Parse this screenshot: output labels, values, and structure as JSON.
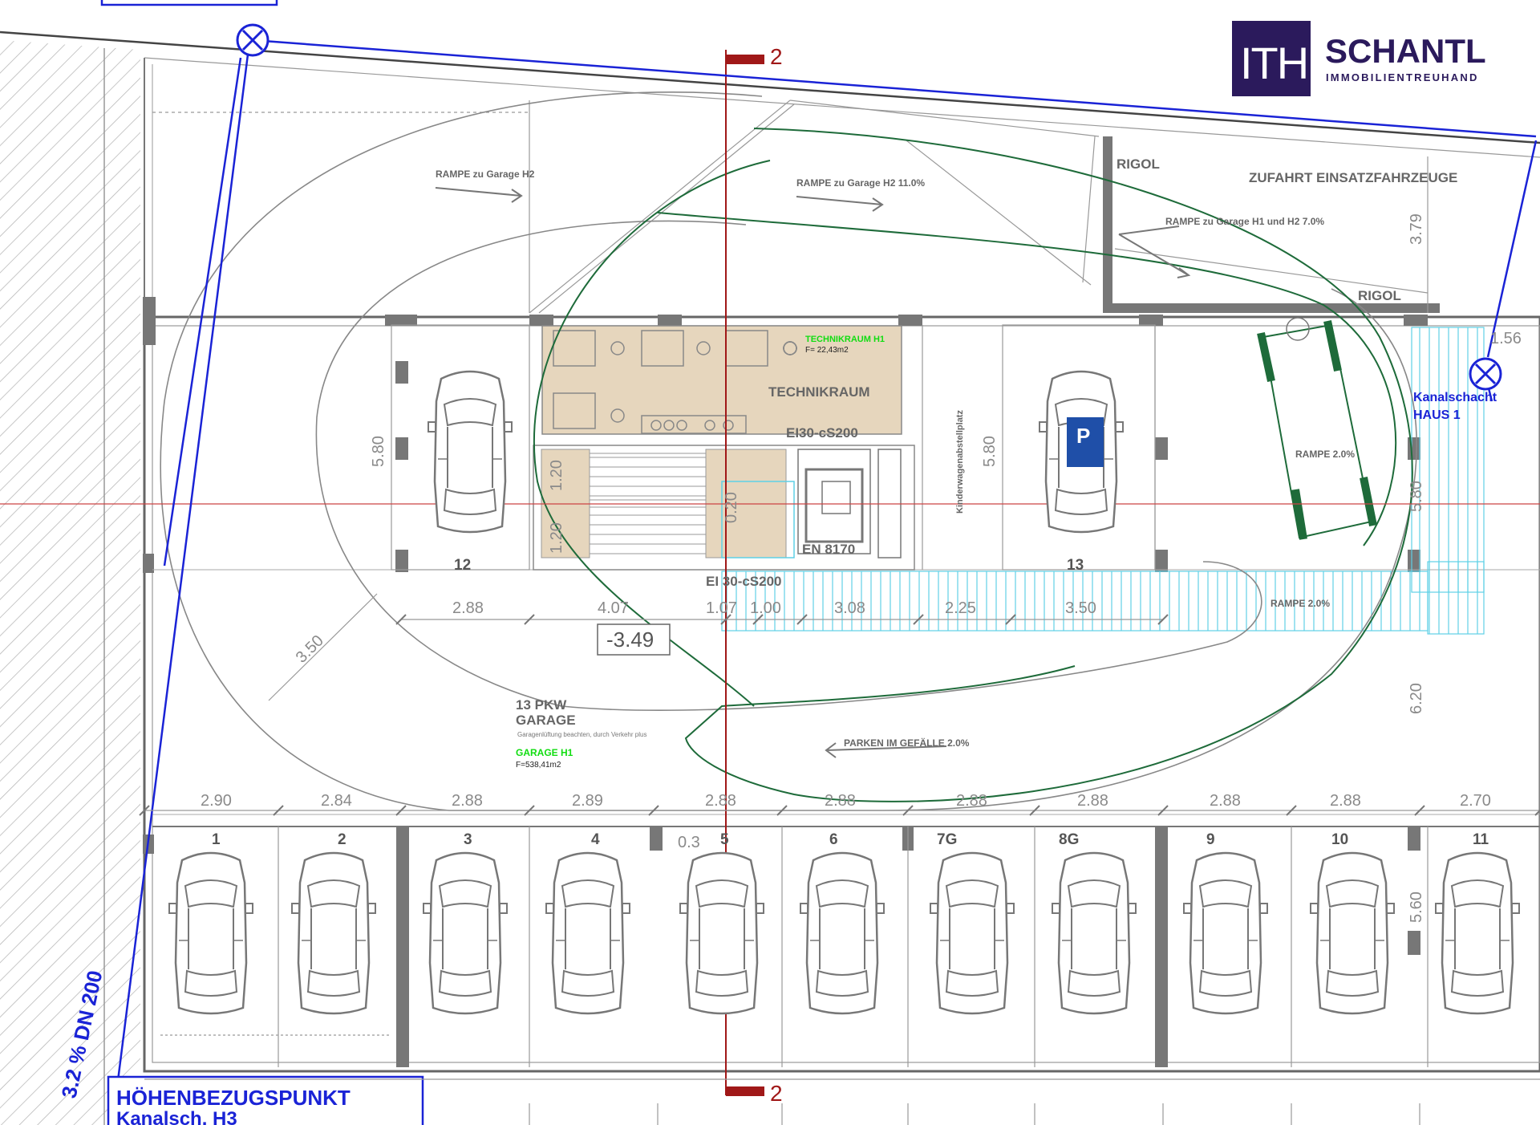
{
  "logo": {
    "mark": "ITH",
    "name": "SCHANTL",
    "subtitle": "IMMOBILIENTREUHAND",
    "color": "#2b1a5c"
  },
  "section_marker": "2",
  "labels": {
    "ramp_h2_left": "RAMPE zu Garage  H2",
    "ramp_h2_mid": "RAMPE zu Garage  H2 11.0%",
    "ramp_h1_h2": "RAMPE zu Garage H1 und H2 7.0%",
    "rigol_top": "RIGOL",
    "rigol_bottom": "RIGOL",
    "zufahrt": "ZUFAHRT EINSATZFAHRZEUGE",
    "technikraum": "TECHNIKRAUM",
    "technikraum_h1_title": "TECHNIKRAUM  H1",
    "technikraum_h1_area": "F= 22,43m2",
    "fire_rating_top": "EI30-cS200",
    "fire_rating_bottom": "EI 30-cS200",
    "en8170": "EN 8170",
    "kinderwagen": "Kinderwagenabstellplatz",
    "kanalschacht_1": "Kanalschacht",
    "kanalschacht_2": "HAUS 1",
    "garage_title_1": "13 PKW",
    "garage_title_2": "GARAGE",
    "garage_sub": "Garagenlüftung beachten, durch Verkehr plus",
    "garage_h1_title": "GARAGE  H1",
    "garage_h1_area": "F=538,41m2",
    "parken_gefaelle": "PARKEN IM GEFÄLLE 2.0%",
    "rampe_small_1": "RAMPE 2.0%",
    "rampe_small_2": "RAMPE 2.0%",
    "level": "-3.49",
    "pipe": "3.2 % DN 200",
    "hoehenbezug_1": "HÖHENBEZUGSPUNKT",
    "hoehenbezug_2": "Kanalsch. H3",
    "accessible_sign": "P"
  },
  "dimensions": {
    "upper_row": [
      "2.88",
      "4.07",
      "1.07",
      "1.00",
      "3.08",
      "2.25",
      "3.50"
    ],
    "lower_row": [
      "2.90",
      "2.84",
      "2.88",
      "2.89",
      "2.88",
      "2.88",
      "2.88",
      "2.88",
      "2.88",
      "2.88",
      "2.70"
    ],
    "diagonal": "3.50",
    "vertical": {
      "left_bay": "5.80",
      "mid_bay": "5.80",
      "right_a": "3.79",
      "right_b": "5.80",
      "right_c": "6.20",
      "right_d": "5.60",
      "stair_a": "1.20",
      "stair_b": "1.20",
      "lift_gap": "0.20",
      "small_top": "1.56",
      "small_mid": "0.3"
    }
  },
  "parking_slots": {
    "upper": [
      "12",
      "13"
    ],
    "lower": [
      "1",
      "2",
      "3",
      "4",
      "5",
      "6",
      "7G",
      "8G",
      "9",
      "10",
      "11"
    ]
  },
  "colors": {
    "line": "#8c8c8c",
    "dark_wall": "#555555",
    "section_red": "#a01818",
    "blue": "#1a23d6",
    "green_path": "#1e6b3a",
    "bright_green": "#11dd11",
    "tech_fill": "#e6d6bd",
    "hatch_blue": "#5fd0e6",
    "sign_blue": "#1f4fa8"
  }
}
